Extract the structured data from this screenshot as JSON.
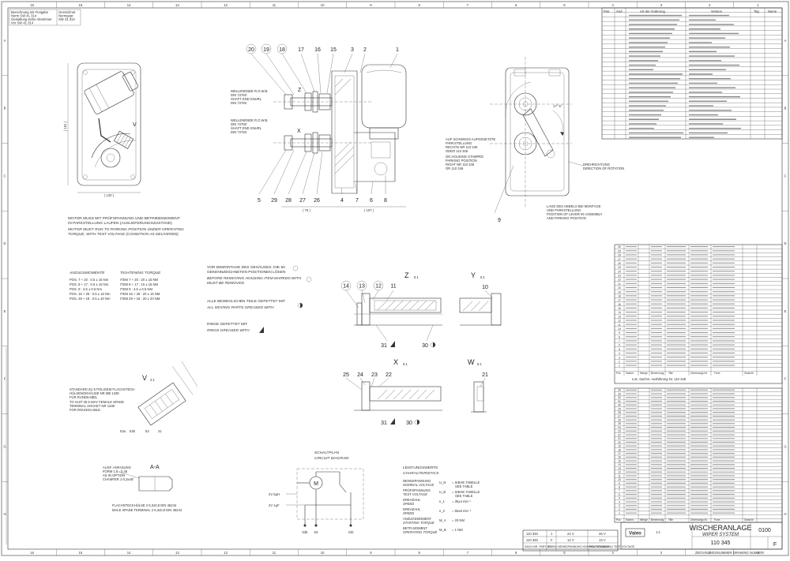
{
  "sheet": {
    "top_zones": [
      "16",
      "15",
      "14",
      "13",
      "12",
      "11",
      "10",
      "9",
      "8",
      "7",
      "6",
      "5",
      "4",
      "3",
      "2",
      "1"
    ],
    "side_zones": [
      "A",
      "B",
      "C",
      "D",
      "E",
      "F",
      "G",
      "H"
    ],
    "top_left_note": [
      "Berechnung mit Freigabe",
      "Norm SW 41 314",
      "Gestaltung siehe Abnehmer",
      "Vor SW 41 314"
    ],
    "top_left_note_right": [
      "Gezeichnet",
      "Normgepr.",
      "SW 41 314"
    ]
  },
  "view_left": {
    "dim_width": "( 120 )",
    "dim_height": "( 191 )",
    "marker": "V"
  },
  "view_main": {
    "callouts_top": [
      "20",
      "19",
      "18",
      "17",
      "16",
      "15",
      "3",
      "2",
      "1"
    ],
    "callouts_bottom": [
      "5",
      "29",
      "28",
      "27",
      "26",
      "4",
      "7",
      "6",
      "8"
    ],
    "label_z": "Z",
    "label_x": "X",
    "shaft_note_upper": [
      "WELLENENDE R.O.W.B.",
      "DIN 72783",
      "SHAFT END KNURL",
      "DIN 72783"
    ],
    "shaft_note_lower": [
      "WELLENENDE R.O.W.B.",
      "DIN 72783",
      "SHAFT END KNURL",
      "DIN 72783"
    ],
    "dim_a": "( 75 )",
    "dim_b": "( 107 )"
  },
  "view_right": {
    "note_mount": [
      "AUF SCHWEISS AUFGESETZTE",
      "PARKSTELLUNG",
      "RECHTS NR 110 345",
      "ODER 110 346"
    ],
    "note_mount_en": [
      "ON HOUSING STAMPED",
      "PARKING POSITION",
      "RIGHT NR 110 345",
      "OR 110 346"
    ],
    "rotation": [
      "DREHRICHTUNG",
      "DIRECTION OF ROTATION"
    ],
    "lever_note": [
      "LAGE DES HEBELS BEI MONTAGE",
      "UND PARKSTELLUNG",
      "POSITION OF LEVER IN ASSEMBLY",
      "AND PARKING POSITION"
    ],
    "callout": "9",
    "angle": "17° 5°"
  },
  "motor_note": [
    "MOTOR MUSS MIT PRÜFSPANNUNG UND BETRIEBSMOMENT",
    "IN PARKSTELLUNG LAUFEN (AUSLIEFERUNGSZUSTAND)",
    "MOTOR MUST RUN TO PARKING POSITION UNDER OPERATING",
    "TORQUE, WITH TEST VOLTAGE (CONDITION AS DELIVERED)"
  ],
  "torque": {
    "title_de": "ANZUGSMOMENTE",
    "title_en": "TIGHTENING TORQUE",
    "rows": [
      [
        "POS.   7 + 20 : 0.5 ± 15 Nm",
        "ITEM   7 + 20 : 20 ± 15 NM"
      ],
      [
        "POS.   8 + 17 : 0.5 ± 15 Nm",
        "ITEM   8 + 17 : 10 ± 15 NM"
      ],
      [
        "POS.   9 :       4.5 ± 0.5 Nm",
        "ITEM   9 :       4.5 ± 0.5 NM"
      ],
      [
        "POS. 16 + 26 : 0.5 ± 15 Nm",
        "ITEM 16 + 26 : 20 ± 15 NM"
      ],
      [
        "POS. 29 + 18 : 0.5 ± 20 Nm",
        "ITEM 29 + 18 : 20 ± 20 NM"
      ]
    ]
  },
  "notes": {
    "remove_de": [
      "VOR DEMONTAGE DES GEHÄUSES, DIE 50",
      "GEKENNZEICHNETEN POSITIONEN LÖSEN"
    ],
    "remove_en": [
      "BEFORE REMOVING HOUSING ITEM MARKED WITH",
      "MUST BE REMOVED"
    ],
    "grease_de": "ALLE BEWEGLICHEN TEILE GEFETTET MIT",
    "grease_en": "ALL MOVING PARTS GREASED WITH",
    "rings_de": "RINGE GEFETTET MIT",
    "rings_en": "RINGS GREASED WITH"
  },
  "detail_z": {
    "title": "Z",
    "scale": "5:1",
    "callouts": [
      "14",
      "13",
      "12",
      "11"
    ],
    "bottom": [
      "31",
      "30"
    ]
  },
  "detail_y": {
    "title": "Y",
    "scale": "5:1",
    "callouts": [
      "10"
    ]
  },
  "detail_x": {
    "title": "X",
    "scale": "5:1",
    "callouts": [
      "25",
      "24",
      "23",
      "22"
    ],
    "bottom": [
      "31",
      "30"
    ]
  },
  "detail_w": {
    "title": "W",
    "scale": "5:1",
    "callouts": [
      "21"
    ]
  },
  "view_v": {
    "title": "V",
    "scale": "2:1",
    "note": [
      "STANDARD ZU 5 POLIGEM FLACHSTECK-",
      "HÜLSENGEHÄUSE NR MB 1338",
      "FÜR RUNDKABEL",
      "TO SUIT 35 5-WAY FEMALE SPADE",
      "TERMINAL SOCKET NR 1338",
      "FOR ROUNDCABLE"
    ],
    "pins": [
      "53a",
      "53b",
      "53",
      "31"
    ]
  },
  "view_aa": {
    "title": "A-A",
    "note": [
      "AUSF. ANFASUNG",
      "FORM 1,8 - 0,45",
      "AS IN OPTION",
      "CHAMFER 1-0,3x45°"
    ],
    "terminal": [
      "FLACHSTECKHÜLSE 2 6,3x0,8 DIN 46244",
      "MALE SPADE TERMINAL 2 6,3x0,8 DIN 46244"
    ]
  },
  "circuit": {
    "title_de": "SCHALTPLAN",
    "title_en": "CIRCUIT DIAGRAM",
    "left_labels": [
      "2V 5µH",
      "2V 1µF"
    ],
    "pins": [
      "53b",
      "53",
      "31b"
    ],
    "motor": "M"
  },
  "performance": {
    "title_de": "LEISTUNGSWERTE",
    "title_en": "CHARACTERISTICS",
    "rows": [
      [
        "NENNSPANNUNG",
        "NOMINAL VOLTAGE",
        "U_N",
        "SIEHE TABELLE",
        "SEE TABLE"
      ],
      [
        "PRÜFSPANNUNG",
        "TEST VOLTAGE",
        "U_B",
        "SIEHE TABELLE",
        "SEE TABLE"
      ],
      [
        "DREHZAHL",
        "SPEED",
        "n_1",
        "35±4 min⁻¹",
        ""
      ],
      [
        "DREHZAHL",
        "SPEED",
        "n_2",
        "55±6 min⁻¹",
        ""
      ],
      [
        "ANZUGSMOMENT",
        "STARTING TORQUE",
        "M_A",
        "20 NM",
        ""
      ],
      [
        "BETR.MOMENT",
        "OPERATING TORQUE",
        "M_B",
        "1 NM",
        ""
      ]
    ]
  },
  "revision_table": {
    "headers": [
      "Pos",
      "Änd.",
      "Art der Änderung",
      "Version",
      "Tag",
      "Name"
    ],
    "rows": 28
  },
  "parts_table_1": {
    "headers": [
      "Pos",
      "Sachnr.",
      "Menge",
      "Benennung",
      "Title",
      "Zeichnungs-Nr.",
      "Form",
      "Gewicht"
    ],
    "footer": "Los. Sachnr. Ausführung Nr. 110 346",
    "rows": 30
  },
  "parts_table_2": {
    "headers": [
      "Pos",
      "Sachnr.",
      "Menge",
      "Benennung",
      "Title",
      "Zeichnungs-Nr.",
      "Form",
      "Gewicht"
    ],
    "rows": 34
  },
  "variants": {
    "rows": [
      [
        "110 346",
        "1",
        "24 V",
        "26 V"
      ],
      [
        "110 345",
        "F",
        "12 V",
        "13 V"
      ]
    ],
    "headers": [
      "SACH-NR. PART-NO.",
      "FORM",
      "NENNSPANNUNG NOMINAL VOLTAGE",
      "PRÜFSPANNUNG TEST VOLTAGE"
    ]
  },
  "title_block": {
    "title_de": "WISCHERANLAGE",
    "title_en": "WIPER SYSTEM",
    "number": "110 345",
    "sheet_code": "0100",
    "form": "F",
    "company": "Valeo",
    "scale": "1:1",
    "footer": "ZEICHNUNGSNUMMER DRAWING NUMBER"
  }
}
